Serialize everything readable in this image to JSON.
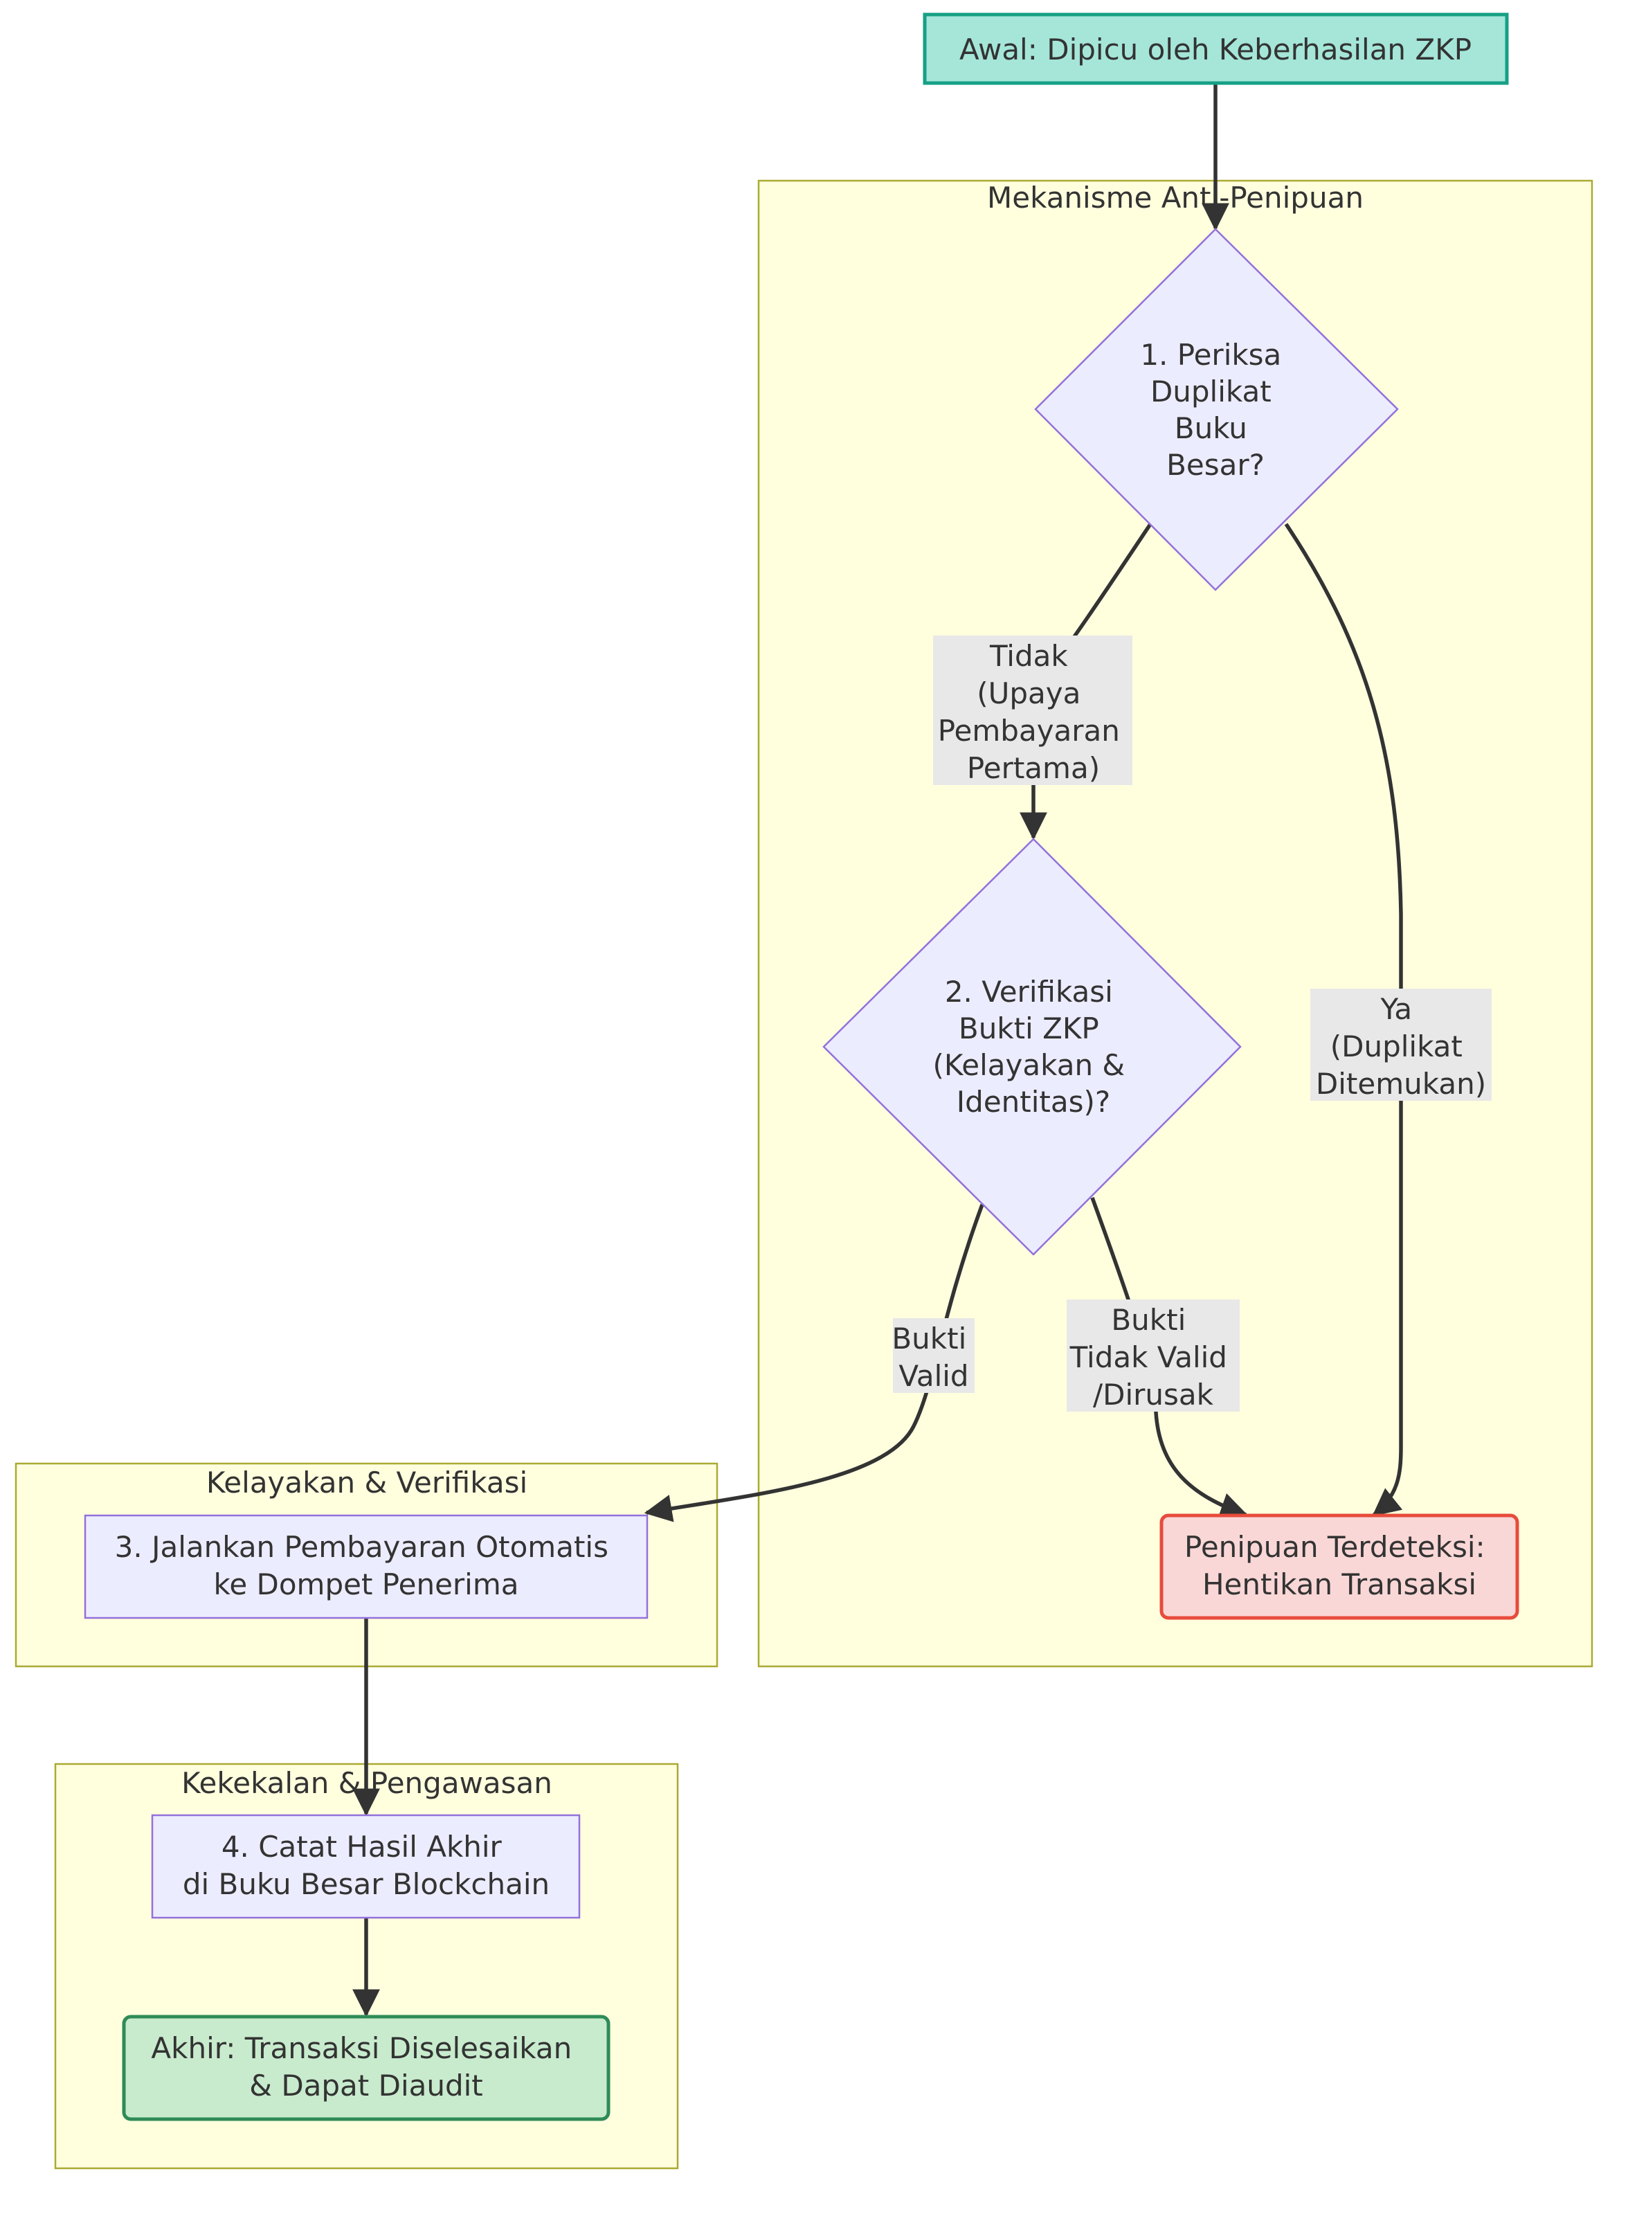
{
  "colors": {
    "cluster_fill": "#ffffde",
    "cluster_stroke": "#aaaa33",
    "process_fill": "#ececff",
    "process_stroke": "#9370db",
    "start_fill": "#a5e6d9",
    "start_stroke": "#16a085",
    "fraud_fill": "#fad7d7",
    "fraud_stroke": "#e74c3c",
    "end_fill": "#c8ebcd",
    "end_stroke": "#2e8b57",
    "edge": "#333333",
    "label_bg": "#e8e8e8",
    "text": "#333333"
  },
  "clusters": {
    "anti_fraud": {
      "title": "Mekanisme Anti-Penipuan"
    },
    "eligibility": {
      "title": "Kelayakan & Verifikasi"
    },
    "immutability": {
      "title": "Kekekalan & Pengawasan"
    }
  },
  "nodes": {
    "start": {
      "lines": [
        "Awal: Dipicu oleh Keberhasilan ZKP"
      ]
    },
    "check_duplicate": {
      "lines": [
        "1. Periksa",
        "Duplikat",
        "Buku",
        "Besar?"
      ]
    },
    "verify_zkp": {
      "lines": [
        "2. Verifikasi",
        "Bukti ZKP",
        "(Kelayakan &",
        "Identitas)?"
      ]
    },
    "fraud": {
      "lines": [
        "Penipuan Terdeteksi:",
        "Hentikan Transaksi"
      ]
    },
    "execute_payment": {
      "lines": [
        "3. Jalankan Pembayaran Otomatis",
        "ke Dompet Penerima"
      ]
    },
    "record": {
      "lines": [
        "4. Catat Hasil Akhir",
        "di Buku Besar Blockchain"
      ]
    },
    "end": {
      "lines": [
        "Akhir: Transaksi Diselesaikan",
        "& Dapat Diaudit"
      ]
    }
  },
  "edge_labels": {
    "no_first_attempt": {
      "lines": [
        "Tidak",
        "(Upaya",
        "Pembayaran",
        "Pertama)"
      ]
    },
    "yes_duplicate": {
      "lines": [
        "Ya",
        "(Duplikat",
        "Ditemukan)"
      ]
    },
    "proof_valid": {
      "lines": [
        "Bukti",
        "Valid"
      ]
    },
    "proof_invalid": {
      "lines": [
        "Bukti",
        "Tidak Valid",
        "/Dirusak"
      ]
    }
  }
}
